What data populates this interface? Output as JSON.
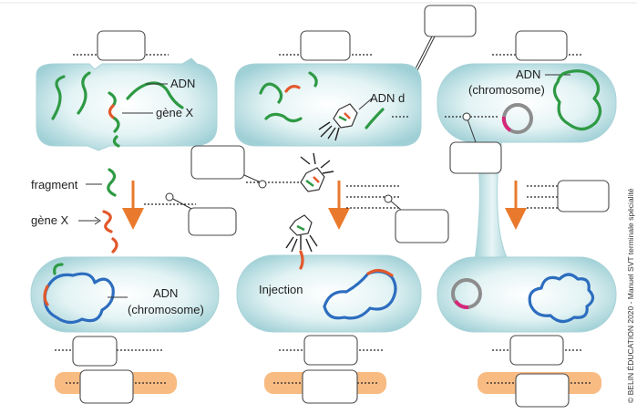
{
  "labels": {
    "adn": "ADN",
    "gene_x": "gène X",
    "fragment": "fragment",
    "gene_x_left": "gène X",
    "adn_chromosome_open": "ADN",
    "adn_chromosome_close": "(chromosome)",
    "adn_phage": "ADN d",
    "adn_right": "ADN",
    "chromosome_right": "(chromosome)",
    "injection": "Injection"
  },
  "credit": "© BELIN ÉDUCATION 2020 - Manuel SVT terminale spécialité",
  "colors": {
    "cell_fill": "#cfe8ea",
    "cell_edge": "#a9d3d8",
    "arrow": "#e97a2d",
    "orange_bar": "#f8bb82",
    "dna_green": "#2e9a44",
    "dna_red": "#e2582b",
    "dna_blue": "#2c6dbf",
    "plasmid_gray": "#8d8d8d",
    "plasmid_pink": "#d6287a"
  },
  "answer_boxes": [
    "",
    "",
    "",
    "",
    "",
    "",
    "",
    "",
    "",
    "",
    "",
    "",
    "",
    "",
    "",
    ""
  ]
}
